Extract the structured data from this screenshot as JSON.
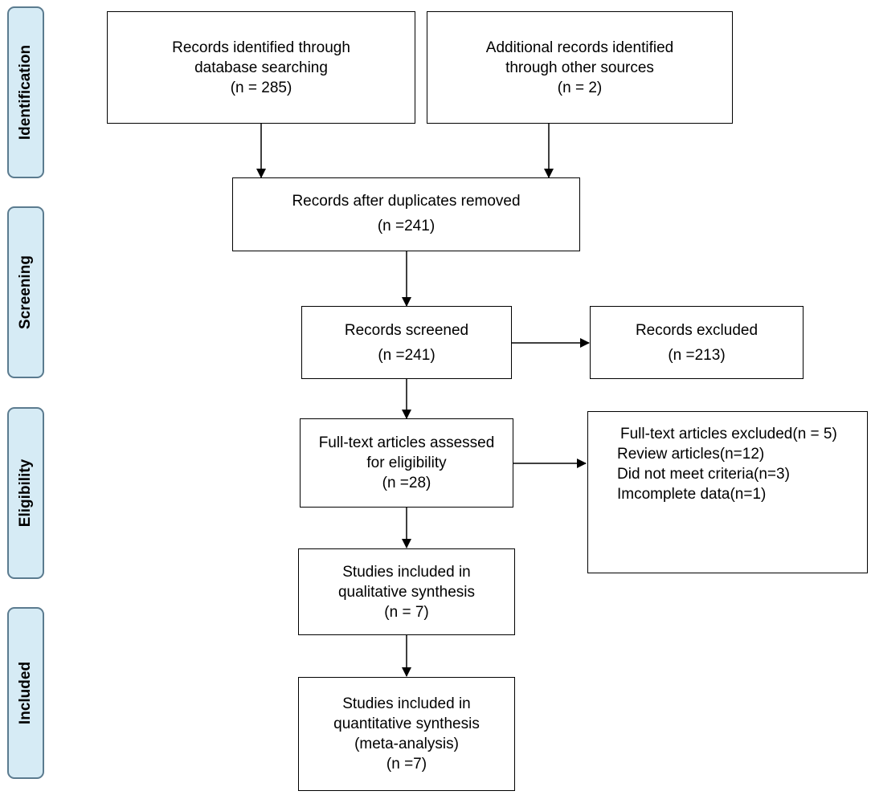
{
  "phases": {
    "identification": "Identification",
    "screening": "Screening",
    "eligibility": "Eligibility",
    "included": "Included"
  },
  "boxes": {
    "database": {
      "line1": "Records identified through",
      "line2": "database searching",
      "line3": "(n = 285)"
    },
    "other_sources": {
      "line1": "Additional records identified",
      "line2": "through other sources",
      "line3": "(n = 2)"
    },
    "duplicates_removed": {
      "line1": "Records after duplicates removed",
      "line2": "(n =241)"
    },
    "screened": {
      "line1": "Records screened",
      "line2": "(n =241)"
    },
    "excluded": {
      "line1": "Records excluded",
      "line2": "(n =213)"
    },
    "full_text": {
      "line1": "Full-text articles assessed",
      "line2": "for eligibility",
      "line3": "(n =28)"
    },
    "full_text_excluded": {
      "line1": "Full-text articles excluded(n = 5)",
      "line2": "Review articles(n=12)",
      "line3": "Did not meet criteria(n=3)",
      "line4": "Imcomplete data(n=1)"
    },
    "qualitative": {
      "line1": "Studies included in",
      "line2": "qualitative synthesis",
      "line3": "(n = 7)"
    },
    "quantitative": {
      "line1": "Studies included in",
      "line2": "quantitative synthesis",
      "line3": "(meta-analysis)",
      "line4": "(n =7)"
    }
  }
}
